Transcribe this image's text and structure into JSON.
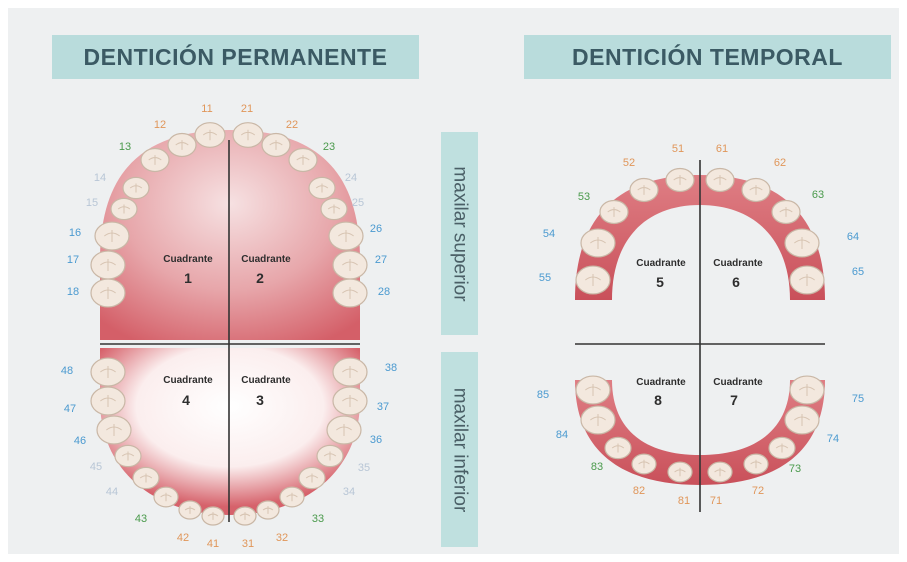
{
  "titles": {
    "permanent": "DENTICIÓN PERMANENTE",
    "temporal": "DENTICIÓN TEMPORAL"
  },
  "jaw_labels": {
    "upper": "maxilar superior",
    "lower": "maxilar inferior"
  },
  "quadrant_word": "Cuadrante",
  "quadrants_permanent": [
    {
      "word": "Cuadrante",
      "number": "1"
    },
    {
      "word": "Cuadrante",
      "number": "2"
    },
    {
      "word": "Cuadrante",
      "number": "4"
    },
    {
      "word": "Cuadrante",
      "number": "3"
    }
  ],
  "quadrants_temporal": [
    {
      "word": "Cuadrante",
      "number": "5"
    },
    {
      "word": "Cuadrante",
      "number": "6"
    },
    {
      "word": "Cuadrante",
      "number": "8"
    },
    {
      "word": "Cuadrante",
      "number": "7"
    }
  ],
  "colors": {
    "orange": "#e0965a",
    "green": "#4a9a4c",
    "blue": "#4b9ad0",
    "faint": "#b8c6d6",
    "gum": "#d9666e",
    "tooth": "#f3e8de"
  },
  "permanent_numbers": {
    "upper": [
      {
        "t": "11",
        "c": "orange"
      },
      {
        "t": "21",
        "c": "orange"
      },
      {
        "t": "12",
        "c": "orange"
      },
      {
        "t": "22",
        "c": "orange"
      },
      {
        "t": "13",
        "c": "green"
      },
      {
        "t": "23",
        "c": "green"
      },
      {
        "t": "14",
        "c": "faint"
      },
      {
        "t": "24",
        "c": "faint"
      },
      {
        "t": "15",
        "c": "faint"
      },
      {
        "t": "25",
        "c": "faint"
      },
      {
        "t": "16",
        "c": "blue"
      },
      {
        "t": "26",
        "c": "blue"
      },
      {
        "t": "17",
        "c": "blue"
      },
      {
        "t": "27",
        "c": "blue"
      },
      {
        "t": "18",
        "c": "blue"
      },
      {
        "t": "28",
        "c": "blue"
      }
    ],
    "lower": [
      {
        "t": "48",
        "c": "blue"
      },
      {
        "t": "38",
        "c": "blue"
      },
      {
        "t": "47",
        "c": "blue"
      },
      {
        "t": "37",
        "c": "blue"
      },
      {
        "t": "46",
        "c": "blue"
      },
      {
        "t": "36",
        "c": "blue"
      },
      {
        "t": "45",
        "c": "faint"
      },
      {
        "t": "35",
        "c": "faint"
      },
      {
        "t": "44",
        "c": "faint"
      },
      {
        "t": "34",
        "c": "faint"
      },
      {
        "t": "43",
        "c": "green"
      },
      {
        "t": "33",
        "c": "green"
      },
      {
        "t": "42",
        "c": "orange"
      },
      {
        "t": "32",
        "c": "orange"
      },
      {
        "t": "41",
        "c": "orange"
      },
      {
        "t": "31",
        "c": "orange"
      }
    ]
  },
  "temporal_numbers": {
    "upper": [
      {
        "t": "51",
        "c": "orange"
      },
      {
        "t": "61",
        "c": "orange"
      },
      {
        "t": "52",
        "c": "orange"
      },
      {
        "t": "62",
        "c": "orange"
      },
      {
        "t": "53",
        "c": "green"
      },
      {
        "t": "63",
        "c": "green"
      },
      {
        "t": "54",
        "c": "blue"
      },
      {
        "t": "64",
        "c": "blue"
      },
      {
        "t": "55",
        "c": "blue"
      },
      {
        "t": "65",
        "c": "blue"
      }
    ],
    "lower": [
      {
        "t": "85",
        "c": "blue"
      },
      {
        "t": "75",
        "c": "blue"
      },
      {
        "t": "84",
        "c": "blue"
      },
      {
        "t": "74",
        "c": "blue"
      },
      {
        "t": "83",
        "c": "green"
      },
      {
        "t": "73",
        "c": "green"
      },
      {
        "t": "82",
        "c": "orange"
      },
      {
        "t": "72",
        "c": "orange"
      },
      {
        "t": "81",
        "c": "orange"
      },
      {
        "t": "71",
        "c": "orange"
      }
    ]
  }
}
